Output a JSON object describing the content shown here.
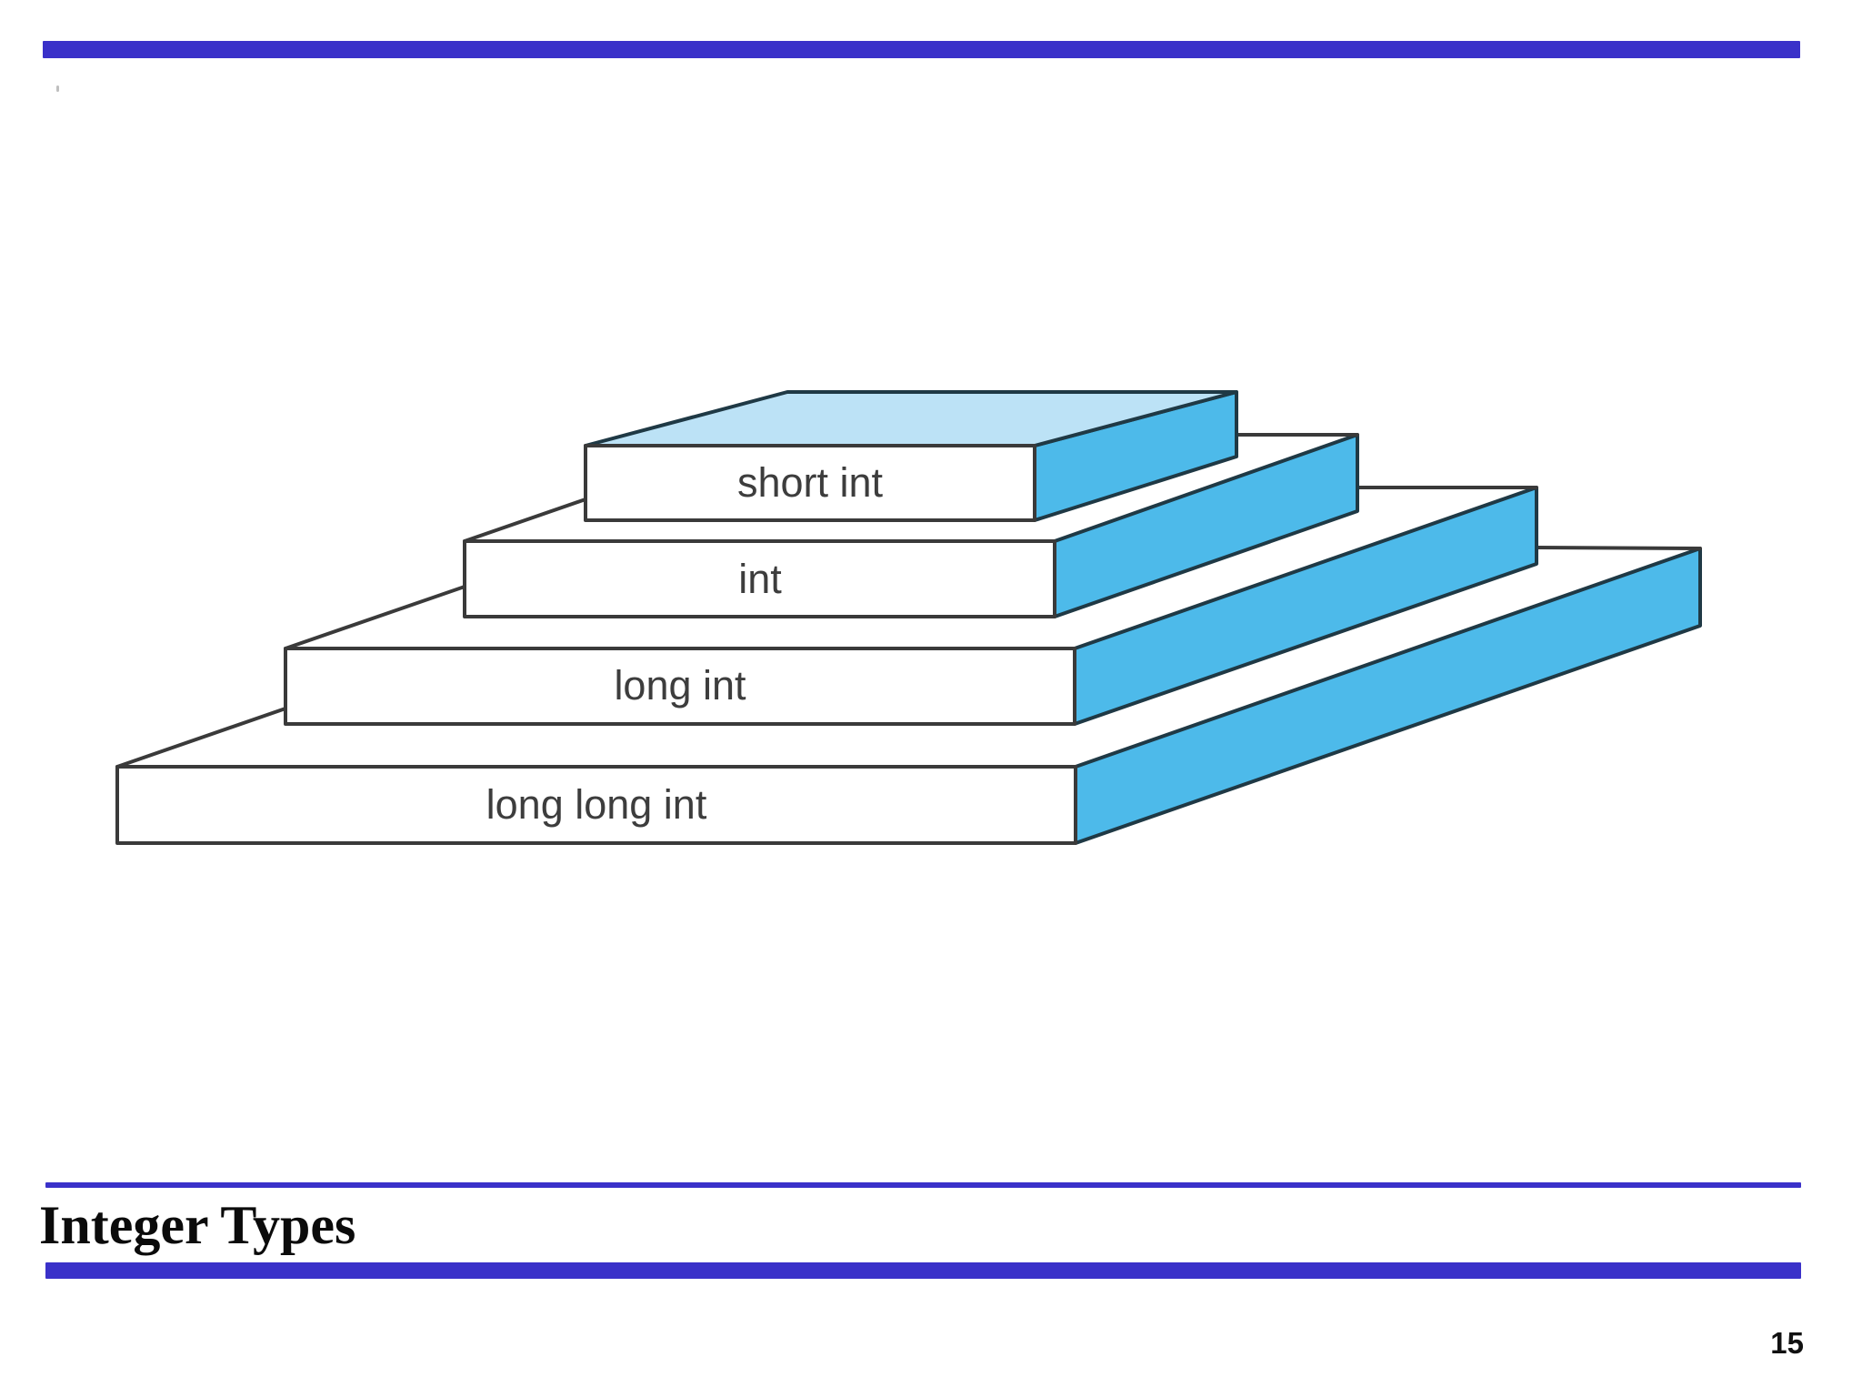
{
  "slide": {
    "title": "Integer Types",
    "page_number": "15"
  },
  "diagram": {
    "description": "3D stepped pyramid of C integer types, smallest on top",
    "layers": [
      {
        "label": "short int"
      },
      {
        "label": "int"
      },
      {
        "label": "long int"
      },
      {
        "label": "long long int"
      }
    ]
  },
  "colors": {
    "accent_bar_blue": "#3a31c9",
    "slab_side_blue": "#4dbaea",
    "slab_top_light_blue": "#bce2f6",
    "slab_front_white": "#ffffff",
    "outline_dark": "#1f3945",
    "label_gray": "#3d3d3d"
  }
}
